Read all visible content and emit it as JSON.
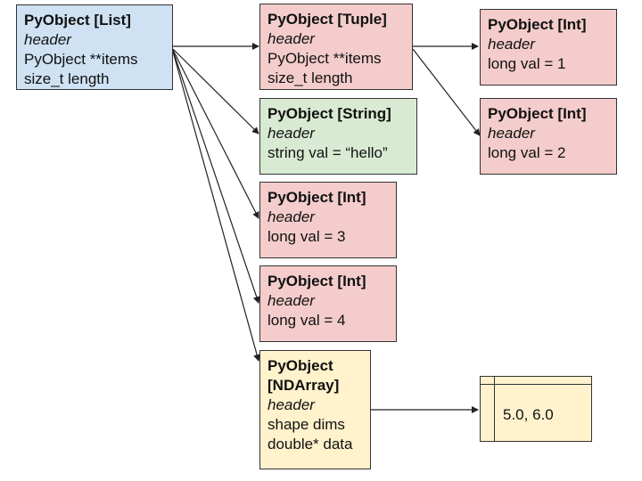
{
  "nodes": {
    "list": {
      "title": "PyObject [List]",
      "header": "header",
      "lines": [
        "PyObject **items",
        "size_t length"
      ]
    },
    "tuple": {
      "title": "PyObject [Tuple]",
      "header": "header",
      "lines": [
        "PyObject **items",
        "size_t length"
      ]
    },
    "int1": {
      "title": "PyObject [Int]",
      "header": "header",
      "lines": [
        "long val = 1"
      ]
    },
    "int2": {
      "title": "PyObject [Int]",
      "header": "header",
      "lines": [
        "long val = 2"
      ]
    },
    "string": {
      "title": "PyObject [String]",
      "header": "header",
      "lines": [
        "string val = “hello”"
      ]
    },
    "int3": {
      "title": "PyObject [Int]",
      "header": "header",
      "lines": [
        "long val = 3"
      ]
    },
    "int4": {
      "title": "PyObject [Int]",
      "header": "header",
      "lines": [
        "long val = 4"
      ]
    },
    "ndarray": {
      "title": "PyObject [NDArray]",
      "header": "header",
      "lines": [
        "shape dims",
        "double* data"
      ]
    }
  },
  "data_array": {
    "values": "5.0, 6.0"
  },
  "colors": {
    "list": "#cfe2f3",
    "int": "#f4cccc",
    "string": "#d9ead3",
    "ndarray": "#fff2cc",
    "stroke": "#333333"
  }
}
